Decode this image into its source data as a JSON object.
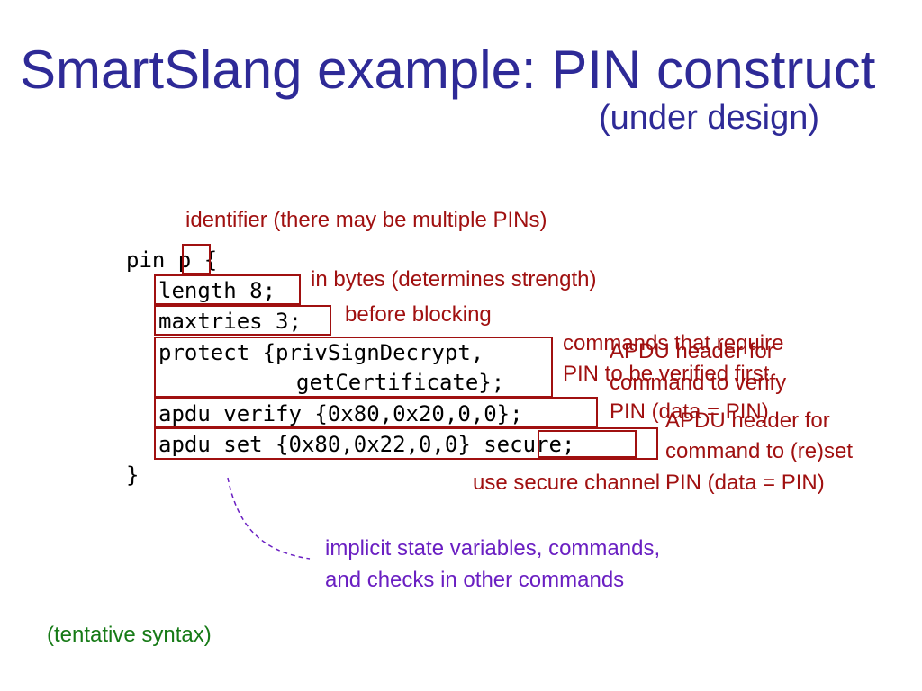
{
  "slide": {
    "title": "SmartSlang example: PIN construct",
    "subtitle": "(under design)",
    "code": {
      "line1_pre": "pin ",
      "line1_id": "p",
      "line1_post": " {",
      "length": "length 8;",
      "maxtries": "maxtries 3;",
      "protect_1": "protect {privSignDecrypt,",
      "protect_2": "getCertificate};",
      "verify": "apdu verify {0x80,0x20,0,0};",
      "set_main": "apdu set {0x80,0x22,0,0} ",
      "set_secure": "secure",
      "set_end": ";",
      "close": "}"
    },
    "notes": {
      "identifier": "identifier (there may be multiple PINs)",
      "length": "in bytes (determines strength)",
      "maxtries": "before blocking",
      "protect_1": "commands that require",
      "protect_2": "PIN to be verified first",
      "verify_1": "APDU header for",
      "verify_2": "command to verify",
      "verify_3": "PIN (data = PIN)",
      "set_1": "APDU header for",
      "set_2": "command to (re)set",
      "set_3": "PIN (data = PIN)",
      "secure": "use secure channel",
      "implicit_1": "implicit state variables, commands,",
      "implicit_2": "and checks in other commands",
      "tentative": "(tentative syntax)"
    },
    "colors": {
      "title": "#2e2a97",
      "annotation": "#a01010",
      "implicit": "#6a1fc2",
      "tentative": "#167a16"
    }
  }
}
